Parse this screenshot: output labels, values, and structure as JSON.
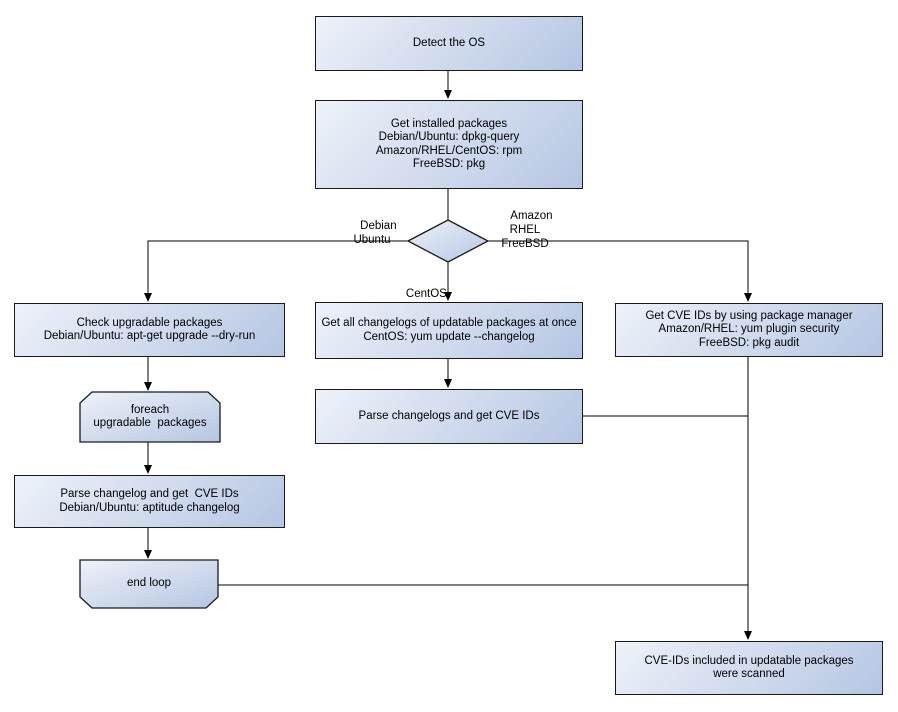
{
  "theme": {
    "background": "#ffffff",
    "node_gradient_start": "#eef2f9",
    "node_gradient_end": "#b5c6e3",
    "node_border": "#1a1a1a",
    "line_color": "#000000",
    "text_color": "#000000"
  },
  "nodes": {
    "detect_os": {
      "lines": [
        "Detect the OS"
      ]
    },
    "get_installed": {
      "lines": [
        "Get installed packages",
        "Debian/Ubuntu: dpkg-query",
        "Amazon/RHEL/CentOS: rpm",
        "FreeBSD: pkg"
      ]
    },
    "check_upgradable": {
      "lines": [
        "Check upgradable packages",
        "Debian/Ubuntu: apt-get upgrade --dry-run"
      ]
    },
    "foreach_loop": {
      "lines": [
        "foreach",
        "upgradable  packages"
      ]
    },
    "parse_changelog": {
      "lines": [
        "Parse changelog and get  CVE IDs",
        "Debian/Ubuntu: aptitude changelog"
      ]
    },
    "end_loop": {
      "lines": [
        "end loop"
      ]
    },
    "get_all_changelogs": {
      "lines": [
        "Get all changelogs of updatable packages at once",
        "CentOS: yum update --changelog"
      ]
    },
    "parse_changelogs": {
      "lines": [
        "Parse changelogs and get CVE IDs"
      ]
    },
    "get_cve_ids": {
      "lines": [
        "Get CVE IDs by using package manager",
        "Amazon/RHEL: yum plugin security",
        "FreeBSD: pkg audit"
      ]
    },
    "scanned": {
      "lines": [
        "CVE-IDs included in updatable packages",
        "were scanned"
      ]
    }
  },
  "branch_labels": {
    "debian_ubuntu": {
      "lines": [
        "Debian",
        "Ubuntu"
      ]
    },
    "amazon_rhel_freebsd": {
      "lines": [
        "Amazon",
        "RHEL",
        "FreeBSD"
      ]
    },
    "centos": {
      "lines": [
        "CentOS"
      ]
    }
  }
}
